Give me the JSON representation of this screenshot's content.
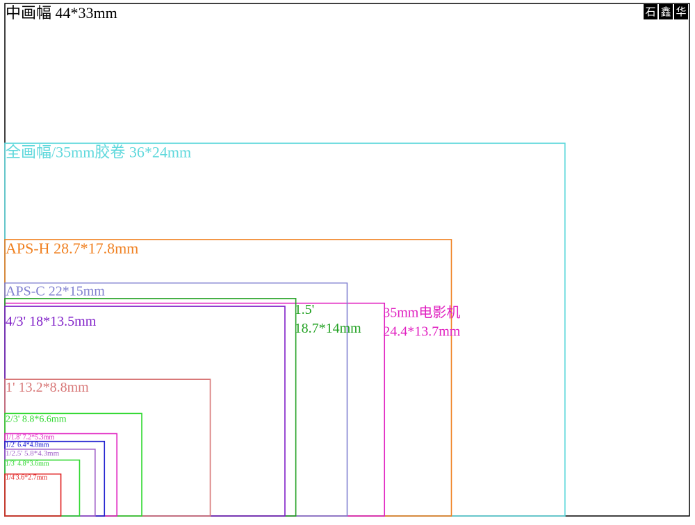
{
  "title": "中画幅 44*33mm",
  "stamp": [
    "石",
    "鑫",
    "华"
  ],
  "chart_data": {
    "type": "diagram",
    "frame": {
      "w_mm": 44,
      "h_mm": 33
    },
    "sensors": [
      {
        "key": "full-frame",
        "w_mm": 36,
        "h_mm": 24,
        "color": "#5fd8dc",
        "labels": [
          "全画幅/35mm胶卷 36*24mm"
        ]
      },
      {
        "key": "aps-h",
        "w_mm": 28.7,
        "h_mm": 17.8,
        "color": "#f08020",
        "labels": [
          "APS-H 28.7*17.8mm"
        ]
      },
      {
        "key": "cinema-35",
        "w_mm": 24.4,
        "h_mm": 13.7,
        "color": "#e020c0",
        "labels": [
          "35mm电影机",
          "24.4*13.7mm"
        ]
      },
      {
        "key": "aps-c",
        "w_mm": 22,
        "h_mm": 15,
        "color": "#8080d0",
        "labels": [
          "APS-C 22*15mm"
        ]
      },
      {
        "key": "1-5-inch",
        "w_mm": 18.7,
        "h_mm": 14,
        "color": "#20a020",
        "labels": [
          "1.5'",
          "18.7*14mm"
        ]
      },
      {
        "key": "four-thirds",
        "w_mm": 18,
        "h_mm": 13.5,
        "color": "#8020c8",
        "labels": [
          "4/3'  18*13.5mm"
        ]
      },
      {
        "key": "1-inch",
        "w_mm": 13.2,
        "h_mm": 8.8,
        "color": "#d87878",
        "labels": [
          "1'  13.2*8.8mm"
        ]
      },
      {
        "key": "2-3-inch",
        "w_mm": 8.8,
        "h_mm": 6.6,
        "color": "#30d830",
        "labels": [
          "2/3'  8.8*6.6mm"
        ]
      },
      {
        "key": "1-1-8-inch",
        "w_mm": 7.2,
        "h_mm": 5.3,
        "color": "#e020c0",
        "labels": [
          "1/1.8'  7.2*5.3mm"
        ]
      },
      {
        "key": "1-2-inch",
        "w_mm": 6.4,
        "h_mm": 4.8,
        "color": "#2020d0",
        "labels": [
          "1/2'  6.4*4.8mm"
        ]
      },
      {
        "key": "1-2-5-inch",
        "w_mm": 5.8,
        "h_mm": 4.3,
        "color": "#a060c8",
        "labels": [
          "1/2.5'  5.8*4.3mm"
        ]
      },
      {
        "key": "1-3-inch",
        "w_mm": 4.8,
        "h_mm": 3.6,
        "color": "#30d830",
        "labels": [
          "1/3'  4.8*3.6mm"
        ]
      },
      {
        "key": "1-4-inch",
        "w_mm": 3.6,
        "h_mm": 2.7,
        "color": "#e02020",
        "labels": [
          "1/4'3.6*2.7mm"
        ]
      }
    ]
  }
}
